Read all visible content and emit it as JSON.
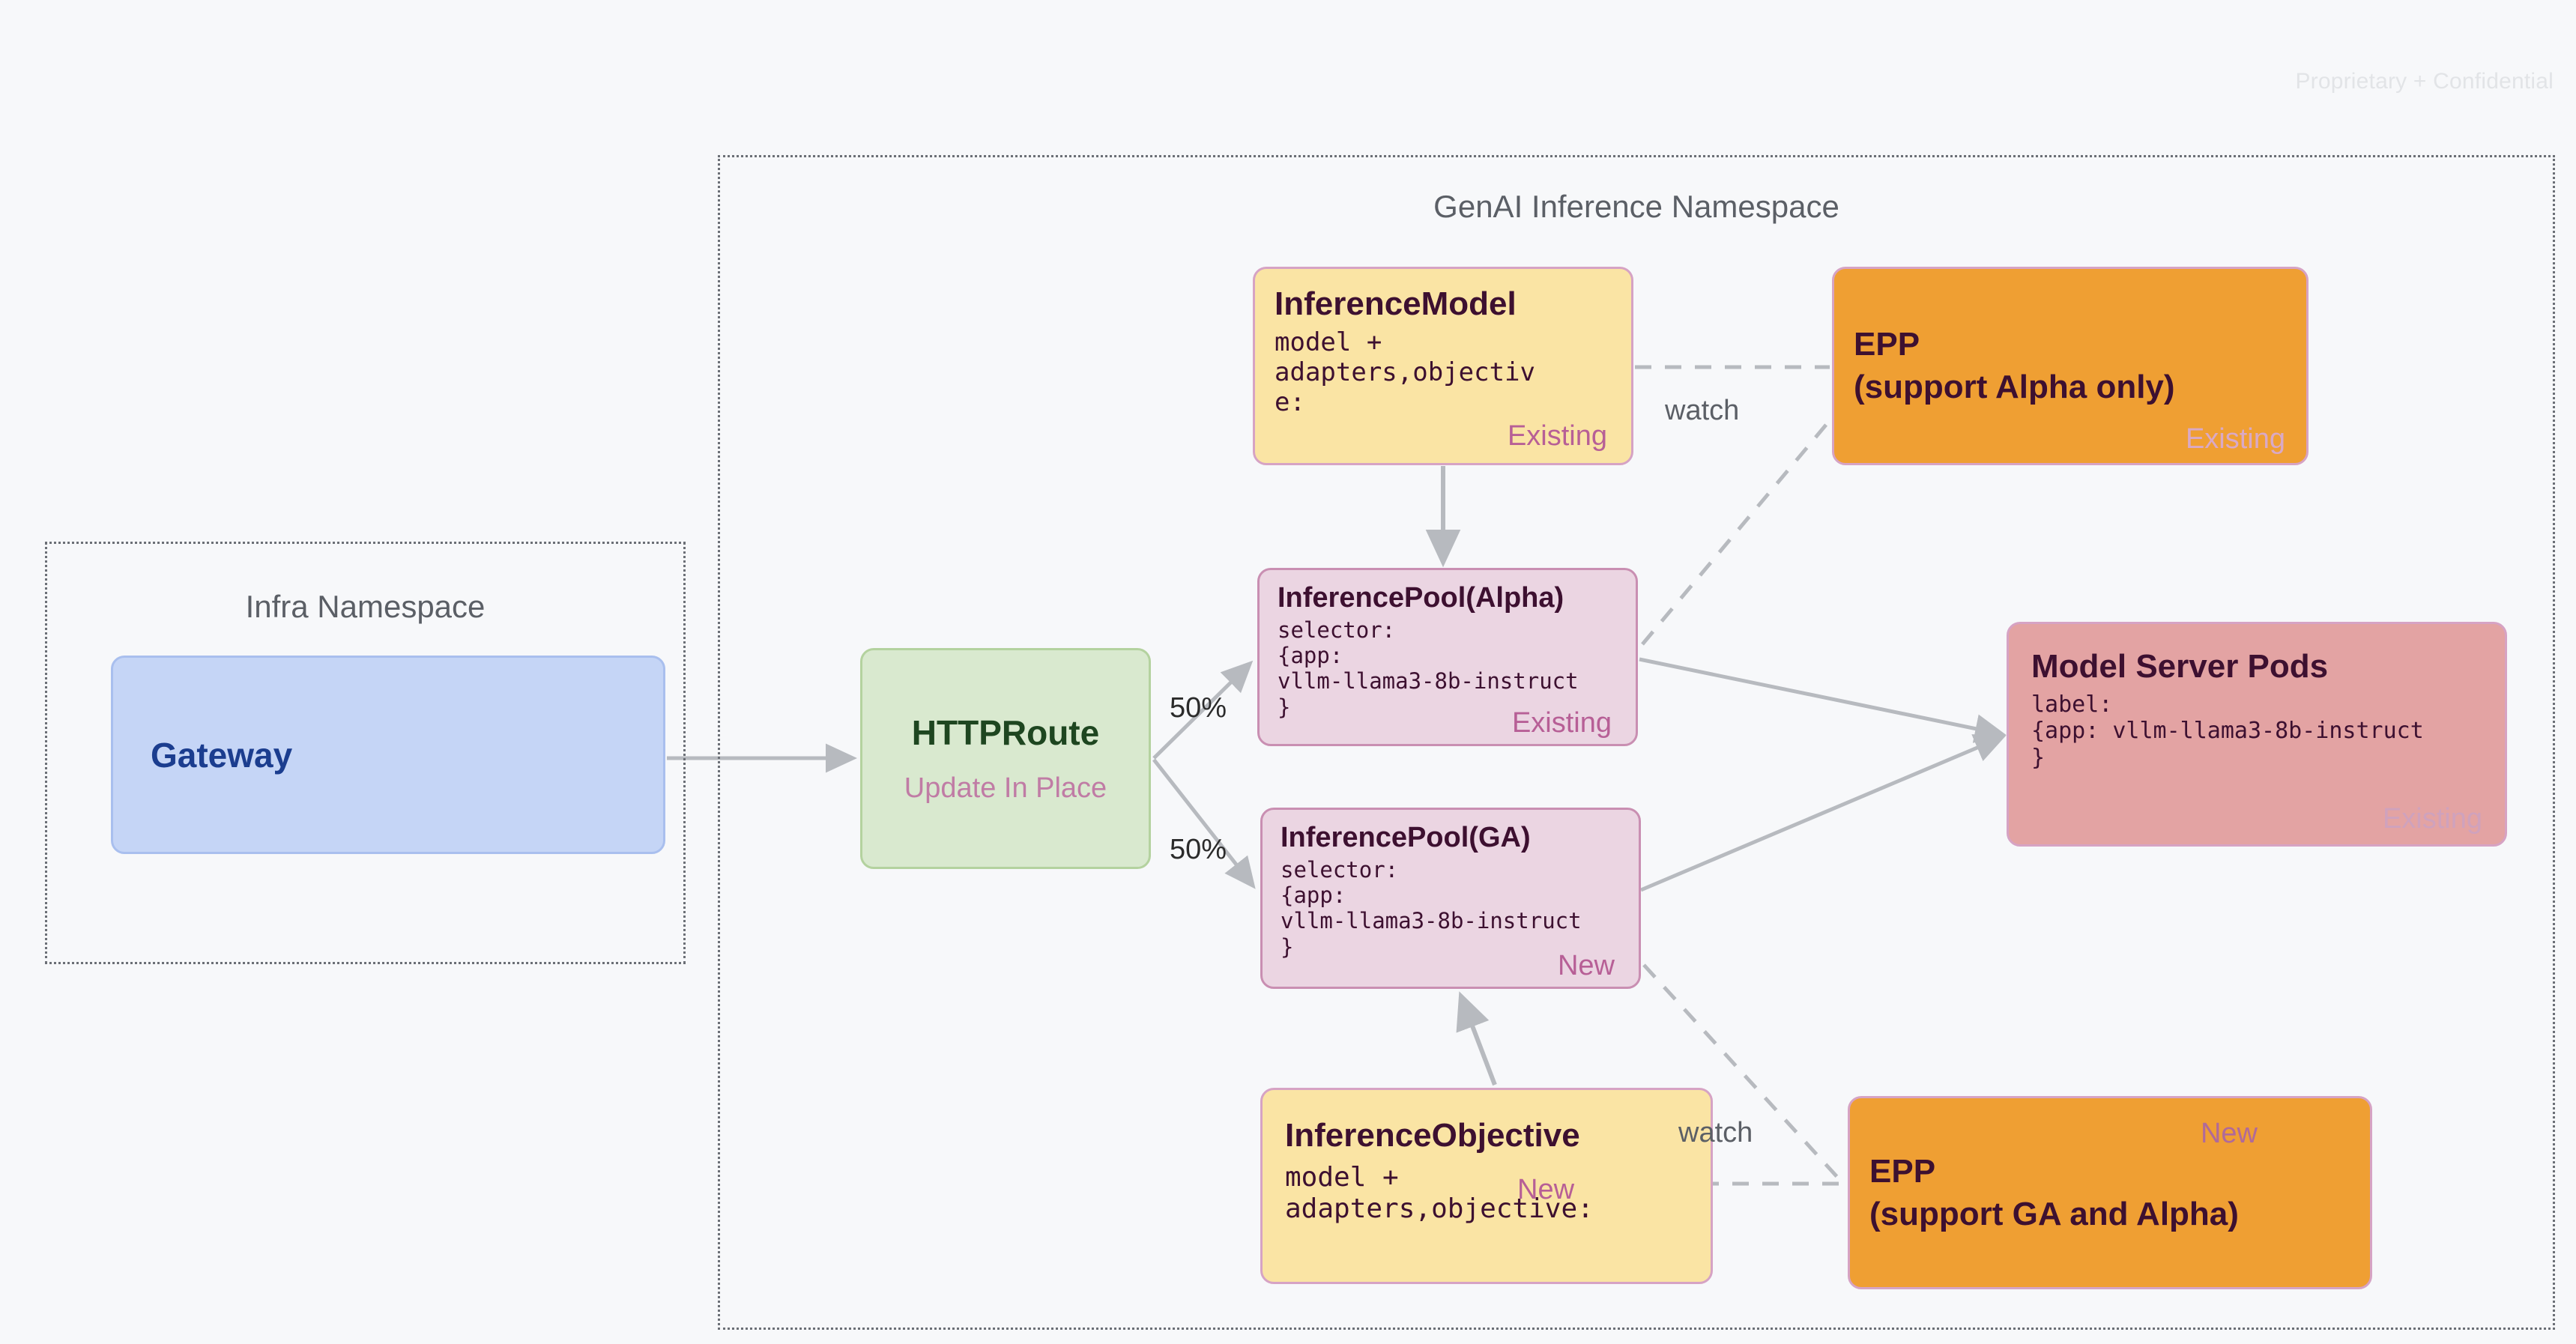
{
  "watermark": "Proprietary + Confidential",
  "namespaces": {
    "infra": {
      "title": "Infra Namespace"
    },
    "genai": {
      "title": "GenAI Inference Namespace"
    }
  },
  "nodes": {
    "gateway": {
      "title": "Gateway"
    },
    "httproute": {
      "title": "HTTPRoute",
      "subtitle": "Update In Place"
    },
    "inference_model": {
      "title": "InferenceModel",
      "body": "model +\nadapters,objectiv\ne:",
      "badge": "Existing"
    },
    "epp_alpha": {
      "line1": "EPP",
      "line2": "(support Alpha only)",
      "badge": "Existing"
    },
    "pool_alpha": {
      "title": "InferencePool(Alpha)",
      "body": "selector:\n{app:\nvllm-llama3-8b-instruct\n}",
      "badge": "Existing"
    },
    "pool_ga": {
      "title": "InferencePool(GA)",
      "body": "selector:\n{app:\nvllm-llama3-8b-instruct\n}",
      "badge": "New"
    },
    "model_pods": {
      "title": "Model Server Pods",
      "body": "label:\n{app: vllm-llama3-8b-instruct\n}",
      "badge": "Existing"
    },
    "inference_objective": {
      "title": "InferenceObjective",
      "body": "model +\nadapters,objective:",
      "badge": "New"
    },
    "epp_ga": {
      "line1": "EPP",
      "line2": "(support GA and Alpha)",
      "badge": "New"
    }
  },
  "edge_labels": {
    "split_top": "50%",
    "split_bottom": "50%",
    "watch_top": "watch",
    "watch_bottom": "watch"
  },
  "colors": {
    "canvas": "#f7f8fa",
    "gateway_fill": "#c5d5f6",
    "gateway_text": "#1b3d8f",
    "httproute_fill": "#d9e9cf",
    "httproute_text": "#1e4620",
    "yellow_fill": "#fae4a4",
    "pink_fill": "#ebd5e2",
    "orange_fill": "#ef9f33",
    "red_fill": "#e3a3a3",
    "dark_text": "#3d1030",
    "badge_pink": "#b75f96",
    "edge_gray": "#b0b3b8",
    "namespace_border": "#6b6f76"
  }
}
